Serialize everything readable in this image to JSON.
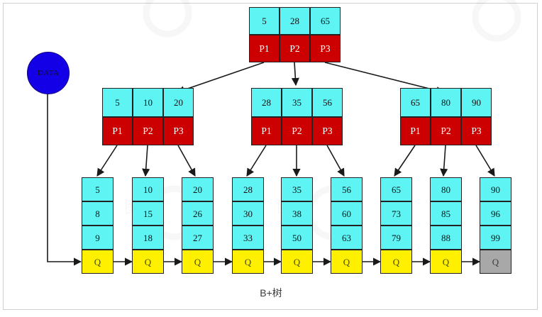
{
  "caption": "B+树",
  "colors": {
    "key_cell": "#5FF4F4",
    "pointer_cell": "#CC0000",
    "leaf_link_cell": "#FFF000",
    "terminal_link_cell": "#A8A8A8",
    "data_node": "#1400E6",
    "edge": "#1a1a1a",
    "frame": "#D0D0D0"
  },
  "data_node": {
    "label": "DATA"
  },
  "root": {
    "keys": [
      "5",
      "28",
      "65"
    ],
    "pointers": [
      "P1",
      "P2",
      "P3"
    ]
  },
  "internal_nodes": [
    {
      "keys": [
        "5",
        "10",
        "20"
      ],
      "pointers": [
        "P1",
        "P2",
        "P3"
      ]
    },
    {
      "keys": [
        "28",
        "35",
        "56"
      ],
      "pointers": [
        "P1",
        "P2",
        "P3"
      ]
    },
    {
      "keys": [
        "65",
        "80",
        "90"
      ],
      "pointers": [
        "P1",
        "P2",
        "P3"
      ]
    }
  ],
  "leaf_nodes": [
    {
      "values": [
        "5",
        "8",
        "9"
      ],
      "link": "Q",
      "terminal": false
    },
    {
      "values": [
        "10",
        "15",
        "18"
      ],
      "link": "Q",
      "terminal": false
    },
    {
      "values": [
        "20",
        "26",
        "27"
      ],
      "link": "Q",
      "terminal": false
    },
    {
      "values": [
        "28",
        "30",
        "33"
      ],
      "link": "Q",
      "terminal": false
    },
    {
      "values": [
        "35",
        "38",
        "50"
      ],
      "link": "Q",
      "terminal": false
    },
    {
      "values": [
        "56",
        "60",
        "63"
      ],
      "link": "Q",
      "terminal": false
    },
    {
      "values": [
        "65",
        "73",
        "79"
      ],
      "link": "Q",
      "terminal": false
    },
    {
      "values": [
        "80",
        "85",
        "88"
      ],
      "link": "Q",
      "terminal": false
    },
    {
      "values": [
        "90",
        "96",
        "99"
      ],
      "link": "Q",
      "terminal": true
    }
  ]
}
